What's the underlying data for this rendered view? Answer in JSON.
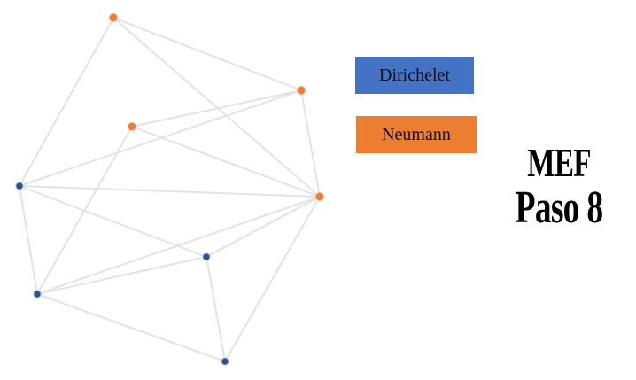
{
  "legend": {
    "dirichlet": {
      "label": "Dirichelet",
      "color": "#4472c4"
    },
    "neumann": {
      "label": "Neumann",
      "color": "#ed7d31"
    }
  },
  "title": {
    "line1": "MEF",
    "line2": "Paso 8"
  },
  "graph": {
    "node_colors": {
      "dirichlet": "#2f4f8f",
      "neumann": "#ed7d31"
    },
    "edge_color": "#e3e3e3"
  }
}
